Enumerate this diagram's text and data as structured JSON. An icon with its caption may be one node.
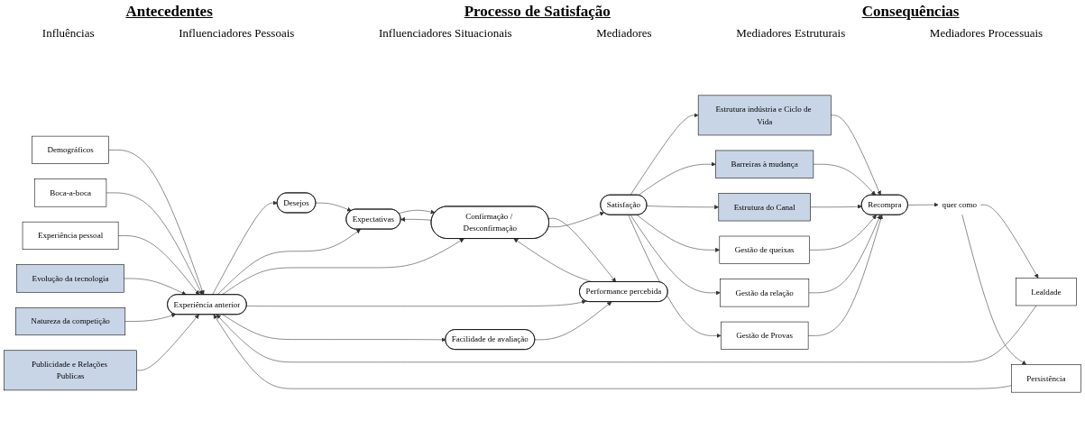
{
  "diagram": {
    "nodes": [
      {
        "text": [
          "Demográficos"
        ]
      },
      {
        "text": [
          "Boca-a-boca"
        ]
      },
      {
        "text": [
          "Experiência pessoal"
        ]
      },
      {
        "text": [
          "Evolução da tecnologia"
        ]
      },
      {
        "text": [
          "Natureza da competição"
        ]
      },
      {
        "text": [
          "Publicidade e Relações Publicas"
        ]
      },
      {
        "text": [
          "Experiência anterior"
        ]
      },
      {
        "text": [
          "Desejos"
        ]
      },
      {
        "text": [
          "Expectativas"
        ]
      },
      {
        "text": [
          "Confirmação / Desconfirmação"
        ]
      },
      {
        "text": [
          "Performance percebida"
        ]
      },
      {
        "text": [
          "Facilidade de avaliação"
        ]
      },
      {
        "text": [
          "Satisfação"
        ]
      },
      {
        "text": [
          "Estrutura indústria e Ciclo de Vida"
        ]
      },
      {
        "text": [
          "Barreiras à mudança"
        ]
      },
      {
        "text": [
          "Estrutura do Canal"
        ]
      },
      {
        "text": [
          "Gestão de queixas"
        ]
      },
      {
        "text": [
          "Gestão da relação"
        ]
      },
      {
        "text": [
          "Gestão de Provas"
        ]
      },
      {
        "text": [
          "Recompra"
        ]
      },
      {
        "text": [
          "quer como"
        ]
      },
      {
        "text": [
          "Lealdade"
        ]
      },
      {
        "text": [
          "Persistência"
        ]
      }
    ],
    "edges": [
      {
        "from": 0,
        "to": 6,
        "arrow": "to"
      },
      {
        "from": 1,
        "to": 6,
        "arrow": "to"
      },
      {
        "from": 2,
        "to": 6,
        "arrow": "to"
      },
      {
        "from": 3,
        "to": 6,
        "arrow": "to"
      },
      {
        "from": 4,
        "to": 6,
        "arrow": "to"
      },
      {
        "from": 5,
        "to": 6,
        "arrow": "to"
      },
      {
        "from": 6,
        "to": 7,
        "arrow": "to"
      },
      {
        "from": 6,
        "to": 8,
        "arrow": "to"
      },
      {
        "from": 6,
        "to": 9,
        "arrow": "to"
      },
      {
        "from": 6,
        "to": 10,
        "arrow": "to"
      },
      {
        "from": 6,
        "to": 11,
        "arrow": "to"
      },
      {
        "from": 7,
        "to": 8,
        "arrow": "to"
      },
      {
        "from": 8,
        "to": 9,
        "arrow": "to"
      },
      {
        "from": 9,
        "to": 8,
        "arrow": "to"
      },
      {
        "from": 10,
        "to": 9,
        "arrow": "to"
      },
      {
        "from": 9,
        "to": 10,
        "arrow": "to"
      },
      {
        "from": 11,
        "to": 10,
        "arrow": "to"
      },
      {
        "from": 9,
        "to": 12,
        "arrow": "to"
      },
      {
        "from": 12,
        "to": 13,
        "arrow": "to"
      },
      {
        "from": 12,
        "to": 14,
        "arrow": "to"
      },
      {
        "from": 12,
        "to": 15,
        "arrow": "to"
      },
      {
        "from": 12,
        "to": 16,
        "arrow": "to"
      },
      {
        "from": 12,
        "to": 17,
        "arrow": "to"
      },
      {
        "from": 12,
        "to": 18,
        "arrow": "to"
      },
      {
        "from": 13,
        "to": 19,
        "arrow": "to"
      },
      {
        "from": 14,
        "to": 19,
        "arrow": "to"
      },
      {
        "from": 15,
        "to": 19,
        "arrow": "to"
      },
      {
        "from": 16,
        "to": 19,
        "arrow": "to"
      },
      {
        "from": 17,
        "to": 19,
        "arrow": "to"
      },
      {
        "from": 18,
        "to": 19,
        "arrow": "to"
      },
      {
        "from": 19,
        "to": 20,
        "arrow": "to"
      },
      {
        "from": 20,
        "to": 21,
        "arrow": "to"
      },
      {
        "from": 20,
        "to": 22,
        "arrow": "to"
      },
      {
        "from": 21,
        "to": 6,
        "arrow": "to"
      },
      {
        "from": 22,
        "to": 6,
        "arrow": "to"
      }
    ],
    "labels": [
      "Antecedentes",
      "Processo de Satisfação",
      "Consequências",
      "Influências",
      "Influenciadores Pessoais",
      "Influenciadores Situacionais",
      "Mediadores",
      "Mediadores Estruturais",
      "Mediadores Processuais"
    ]
  }
}
